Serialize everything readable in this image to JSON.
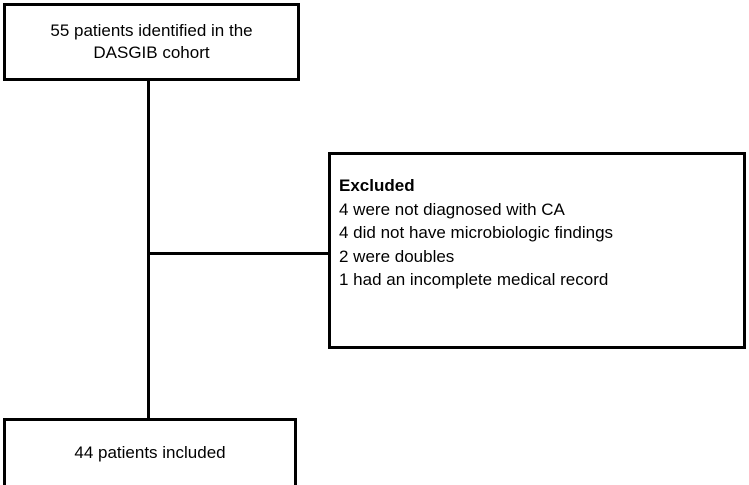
{
  "figure": {
    "type": "flowchart",
    "orientation": "vertical-with-right-branch",
    "background_color": "#ffffff",
    "line_color": "#000000",
    "text_color": "#000000"
  },
  "nodes": {
    "identified": {
      "line1": "55 patients identified in the",
      "line2": "DASGIB cohort",
      "count": 55,
      "align": "center"
    },
    "excluded": {
      "heading": "Excluded",
      "reasons": [
        "4 were not diagnosed with CA",
        "4 did not have microbiologic findings",
        "2 were doubles",
        "1 had an incomplete medical record"
      ],
      "align": "left"
    },
    "included": {
      "label": "44 patients included",
      "count": 44,
      "align": "center"
    }
  },
  "connectors": {
    "spine": "vertical-line",
    "branch_to_excluded": "horizontal-line"
  }
}
